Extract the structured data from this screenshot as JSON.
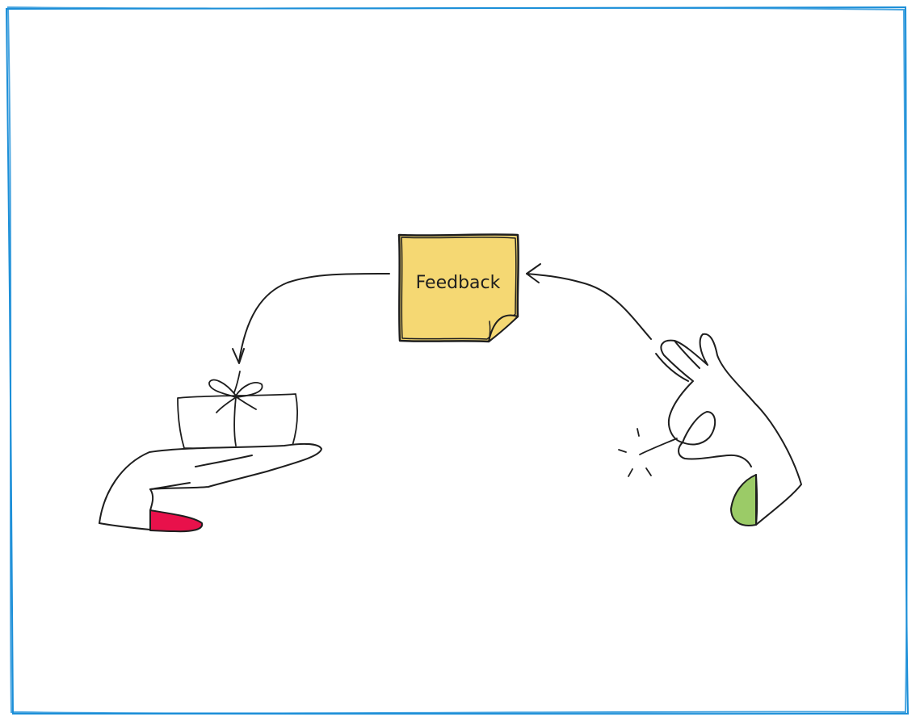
{
  "diagram": {
    "note": {
      "label": "Feedback"
    },
    "colors": {
      "frame_border": "#1c8fd8",
      "note_fill": "#f5d873",
      "ink": "#1e1e1e",
      "giver_sleeve": "#e8114b",
      "receiver_sleeve": "#9bcb67",
      "gift_fill": "#ffffff"
    },
    "nodes": [
      {
        "id": "giver",
        "icon": "hand-holding-gift-icon"
      },
      {
        "id": "feedback",
        "icon": "sticky-note-icon"
      },
      {
        "id": "receiver",
        "icon": "ok-hand-sparkle-icon"
      }
    ],
    "edges": [
      {
        "from": "receiver",
        "to": "feedback"
      },
      {
        "from": "feedback",
        "to": "giver"
      }
    ]
  }
}
